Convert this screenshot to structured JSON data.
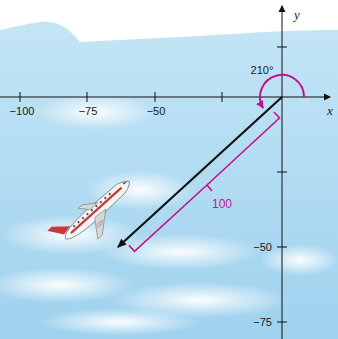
{
  "diagram": {
    "labels": [
      "y",
      "x",
      "210°",
      "−100",
      "−75",
      "−50",
      "100",
      "−50",
      "−75"
    ]
  }
}
